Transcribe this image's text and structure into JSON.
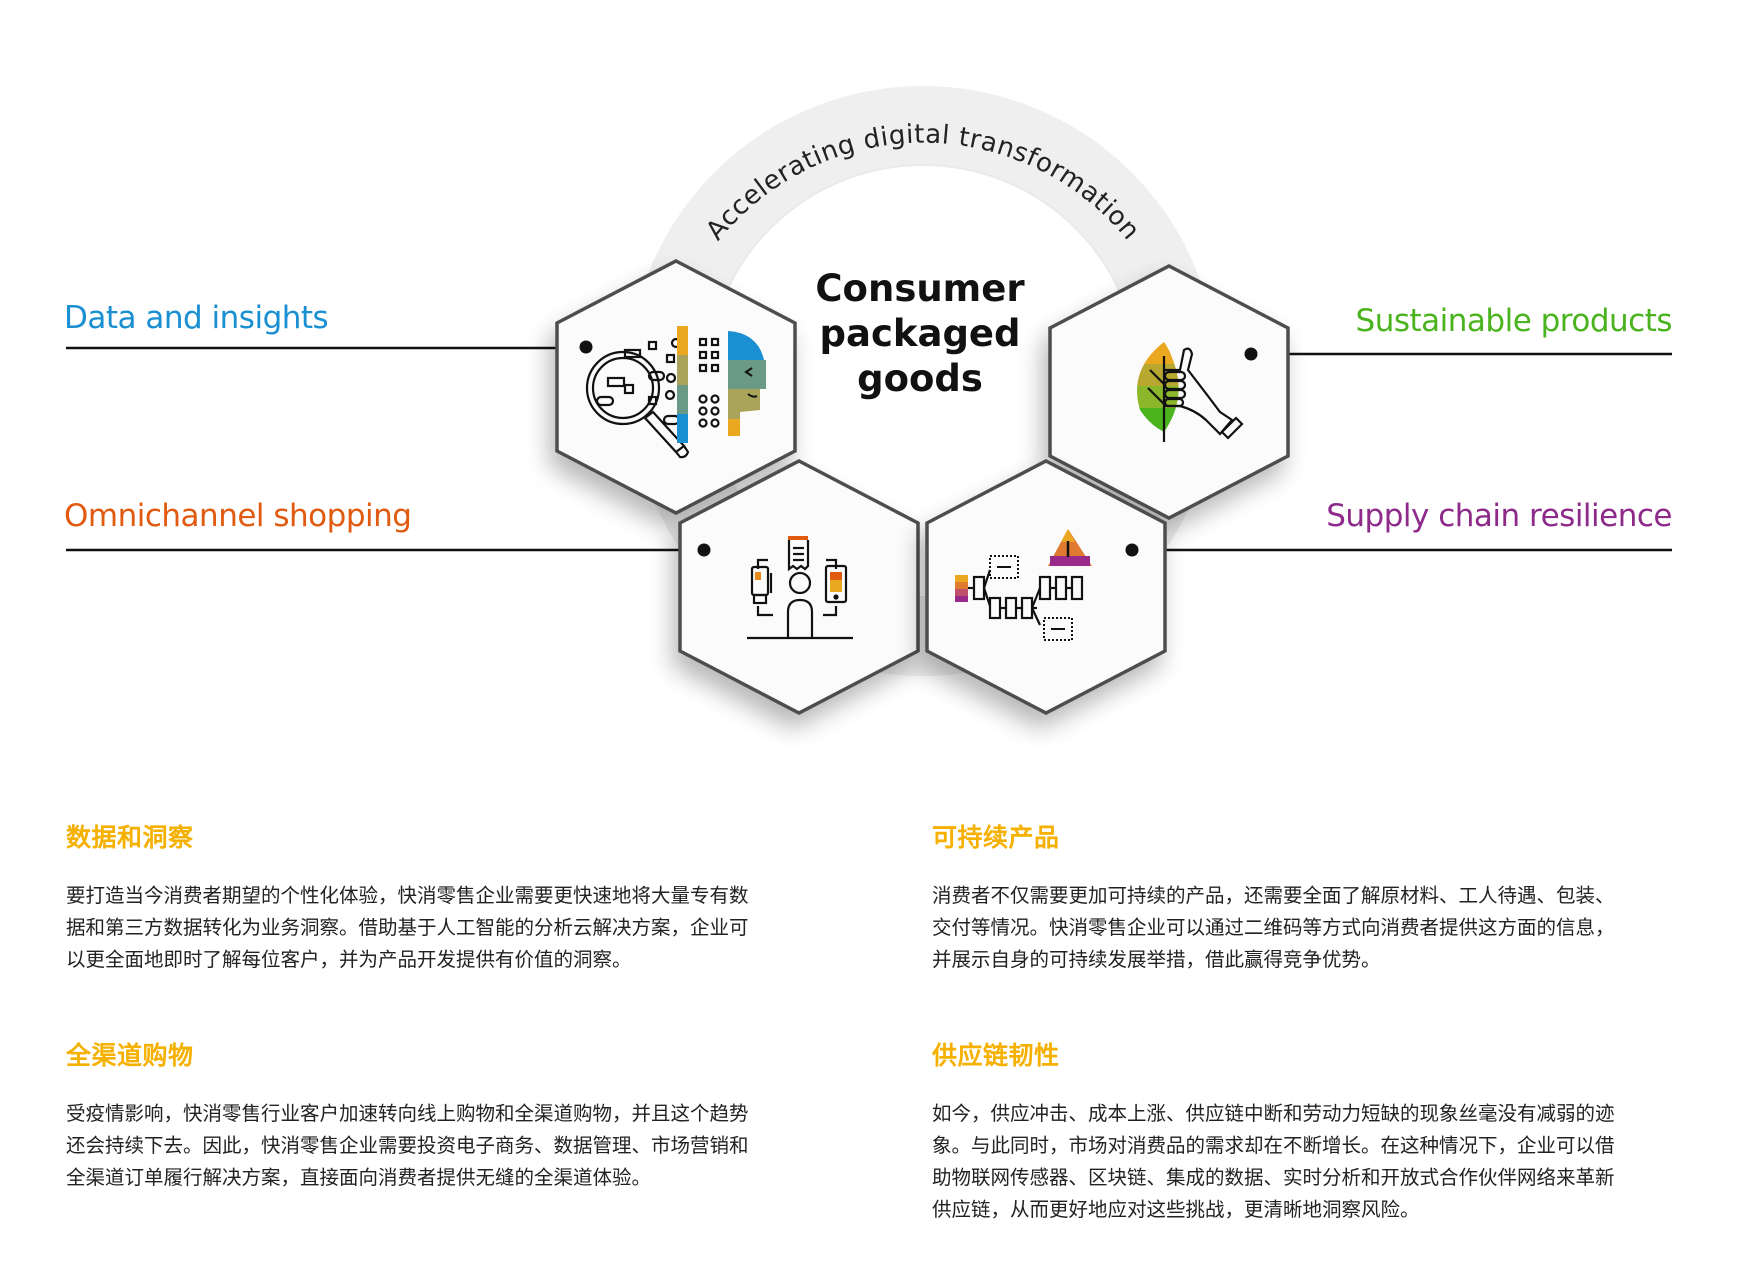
{
  "diagram": {
    "ring_text": "Accelerating digital transformation",
    "center_title": [
      "Consumer",
      "packaged",
      "goods"
    ],
    "topics": [
      {
        "id": "data",
        "label": "Data and insights",
        "color": "#1a8fd1",
        "icon": "magnifier-data-head-icon"
      },
      {
        "id": "sustainable",
        "label": "Sustainable products",
        "color": "#4bb31e",
        "icon": "leaf-thumbs-up-icon"
      },
      {
        "id": "omni",
        "label": "Omnichannel shopping",
        "color": "#e05a10",
        "icon": "shopper-devices-receipt-icon"
      },
      {
        "id": "supply",
        "label": "Supply chain resilience",
        "color": "#8e2a8a",
        "icon": "supply-chain-warning-icon"
      }
    ]
  },
  "colors": {
    "heading": "#f5b000",
    "body_text": "#222222",
    "hex_stroke": "#4d4d4d",
    "ring": "#f0f0f0"
  },
  "sections": {
    "data": {
      "title": "数据和洞察",
      "lines": [
        "要打造当今消费者期望的个性化体验，快消零售企业需要更快速地将大量专有数",
        "据和第三方数据转化为业务洞察。借助基于人工智能的分析云解决方案，企业可",
        "以更全面地即时了解每位客户，并为产品开发提供有价值的洞察。"
      ]
    },
    "sustainable": {
      "title": "可持续产品",
      "lines": [
        "消费者不仅需要更加可持续的产品，还需要全面了解原材料、工人待遇、包装、",
        "交付等情况。快消零售企业可以通过二维码等方式向消费者提供这方面的信息，",
        "并展示自身的可持续发展举措，借此赢得竞争优势。"
      ]
    },
    "omni": {
      "title": "全渠道购物",
      "lines": [
        "受疫情影响，快消零售行业客户加速转向线上购物和全渠道购物，并且这个趋势",
        "还会持续下去。因此，快消零售企业需要投资电子商务、数据管理、市场营销和",
        "全渠道订单履行解决方案，直接面向消费者提供无缝的全渠道体验。"
      ]
    },
    "supply": {
      "title": "供应链韧性",
      "lines": [
        "如今，供应冲击、成本上涨、供应链中断和劳动力短缺的现象丝毫没有减弱的迹",
        "象。与此同时，市场对消费品的需求却在不断增长。在这种情况下，企业可以借",
        "助物联网传感器、区块链、集成的数据、实时分析和开放式合作伙伴网络来革新",
        "供应链，从而更好地应对这些挑战，更清晰地洞察风险。"
      ]
    }
  }
}
